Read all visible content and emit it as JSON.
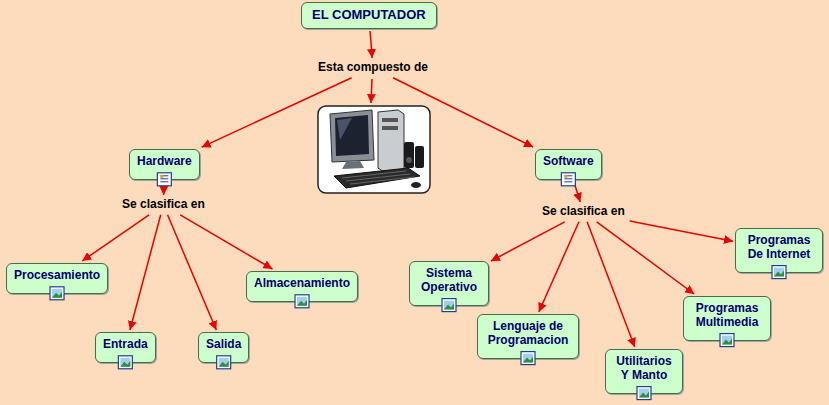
{
  "diagram": {
    "nodes": [
      {
        "text": [
          "EL COMPUTADOR"
        ]
      },
      {
        "text": [
          "Esta compuesto de"
        ]
      },
      {
        "text": [
          "Hardware"
        ]
      },
      {
        "text": [
          "Software"
        ]
      },
      {
        "text": [
          "Se clasifica en"
        ]
      },
      {
        "text": [
          "Se clasifica en"
        ]
      },
      {
        "text": [
          "Procesamiento"
        ]
      },
      {
        "text": [
          "Almacenamiento"
        ]
      },
      {
        "text": [
          "Sistema Operativo"
        ]
      },
      {
        "text": [
          "Programas De Internet"
        ]
      },
      {
        "text": [
          "Programas Multimedia"
        ]
      },
      {
        "text": [
          "Lenguaje de Programacion"
        ]
      },
      {
        "text": [
          "Entrada"
        ]
      },
      {
        "text": [
          "Salida"
        ]
      },
      {
        "text": [
          "Utilitarios Y Manto"
        ]
      }
    ],
    "edges": [
      {
        "from": 0,
        "to": 1,
        "arrow": "to"
      },
      {
        "from": 1,
        "to": 2,
        "arrow": "to"
      },
      {
        "from": 1,
        "to": 3,
        "arrow": "to"
      },
      {
        "from": 2,
        "to": 4,
        "arrow": "to"
      },
      {
        "from": 3,
        "to": 5,
        "arrow": "to"
      },
      {
        "from": 4,
        "to": 6,
        "arrow": "to"
      },
      {
        "from": 4,
        "to": 12,
        "arrow": "to"
      },
      {
        "from": 4,
        "to": 13,
        "arrow": "to"
      },
      {
        "from": 4,
        "to": 7,
        "arrow": "to"
      },
      {
        "from": 5,
        "to": 8,
        "arrow": "to"
      },
      {
        "from": 5,
        "to": 11,
        "arrow": "to"
      },
      {
        "from": 5,
        "to": 14,
        "arrow": "to"
      },
      {
        "from": 5,
        "to": 10,
        "arrow": "to"
      },
      {
        "from": 5,
        "to": 9,
        "arrow": "to"
      }
    ]
  }
}
